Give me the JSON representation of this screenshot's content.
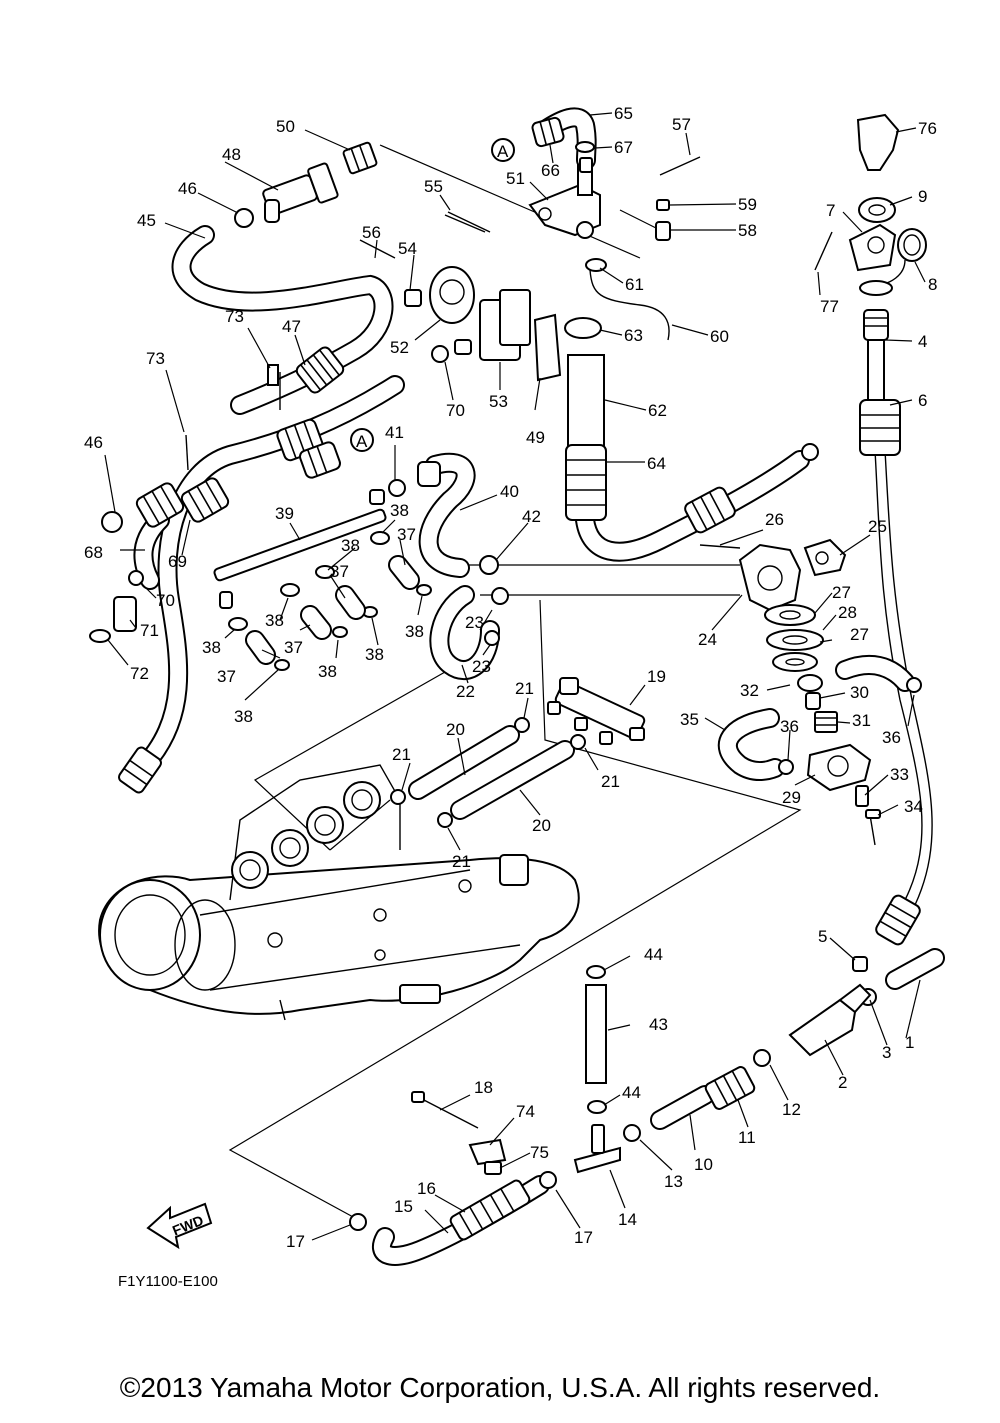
{
  "diagram": {
    "code": "F1Y1100-E100",
    "fwd_label": "FWD",
    "connector_label": "A",
    "copyright": "©2013 Yamaha Motor Corporation, U.S.A. All rights reserved.",
    "callouts": [
      "1",
      "2",
      "3",
      "4",
      "5",
      "6",
      "7",
      "8",
      "9",
      "10",
      "11",
      "12",
      "13",
      "14",
      "15",
      "16",
      "17",
      "17",
      "18",
      "19",
      "20",
      "20",
      "21",
      "21",
      "21",
      "21",
      "22",
      "23",
      "23",
      "24",
      "25",
      "26",
      "27",
      "27",
      "28",
      "29",
      "30",
      "31",
      "32",
      "33",
      "34",
      "35",
      "36",
      "36",
      "37",
      "37",
      "37",
      "37",
      "38",
      "38",
      "38",
      "38",
      "38",
      "38",
      "38",
      "38",
      "39",
      "40",
      "41",
      "42",
      "43",
      "44",
      "44",
      "45",
      "46",
      "46",
      "47",
      "48",
      "49",
      "50",
      "51",
      "52",
      "53",
      "54",
      "55",
      "56",
      "57",
      "58",
      "59",
      "60",
      "61",
      "62",
      "63",
      "64",
      "65",
      "66",
      "67",
      "68",
      "69",
      "70",
      "70",
      "71",
      "72",
      "73",
      "73",
      "74",
      "75",
      "76",
      "77"
    ]
  }
}
